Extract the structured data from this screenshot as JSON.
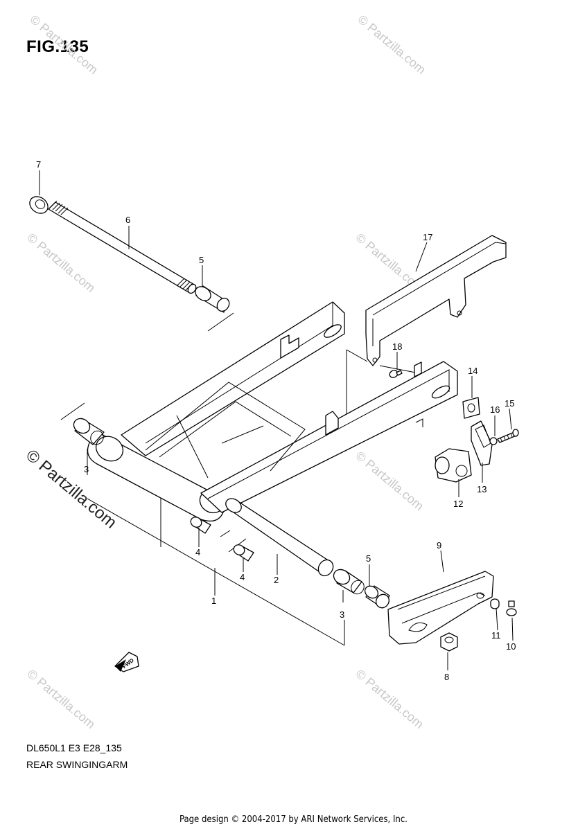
{
  "figure": {
    "title": "FIG.135"
  },
  "footer": {
    "model_code": "DL650L1 E3 E28_135",
    "diagram_name": "REAR SWINGINGARM",
    "page_design": "Page design © 2004-2017 by ARI Network Services, Inc."
  },
  "watermark": {
    "text": "© Partzilla.com"
  },
  "fwd_label": "FWD",
  "callouts": [
    {
      "id": "c1",
      "label": "1"
    },
    {
      "id": "c2",
      "label": "2"
    },
    {
      "id": "c3a",
      "label": "3"
    },
    {
      "id": "c3b",
      "label": "3"
    },
    {
      "id": "c4a",
      "label": "4"
    },
    {
      "id": "c4b",
      "label": "4"
    },
    {
      "id": "c5a",
      "label": "5"
    },
    {
      "id": "c5b",
      "label": "5"
    },
    {
      "id": "c6",
      "label": "6"
    },
    {
      "id": "c7",
      "label": "7"
    },
    {
      "id": "c8",
      "label": "8"
    },
    {
      "id": "c9",
      "label": "9"
    },
    {
      "id": "c10",
      "label": "10"
    },
    {
      "id": "c11",
      "label": "11"
    },
    {
      "id": "c12",
      "label": "12"
    },
    {
      "id": "c13",
      "label": "13"
    },
    {
      "id": "c14",
      "label": "14"
    },
    {
      "id": "c15",
      "label": "15"
    },
    {
      "id": "c16",
      "label": "16"
    },
    {
      "id": "c17",
      "label": "17"
    },
    {
      "id": "c18",
      "label": "18"
    }
  ]
}
